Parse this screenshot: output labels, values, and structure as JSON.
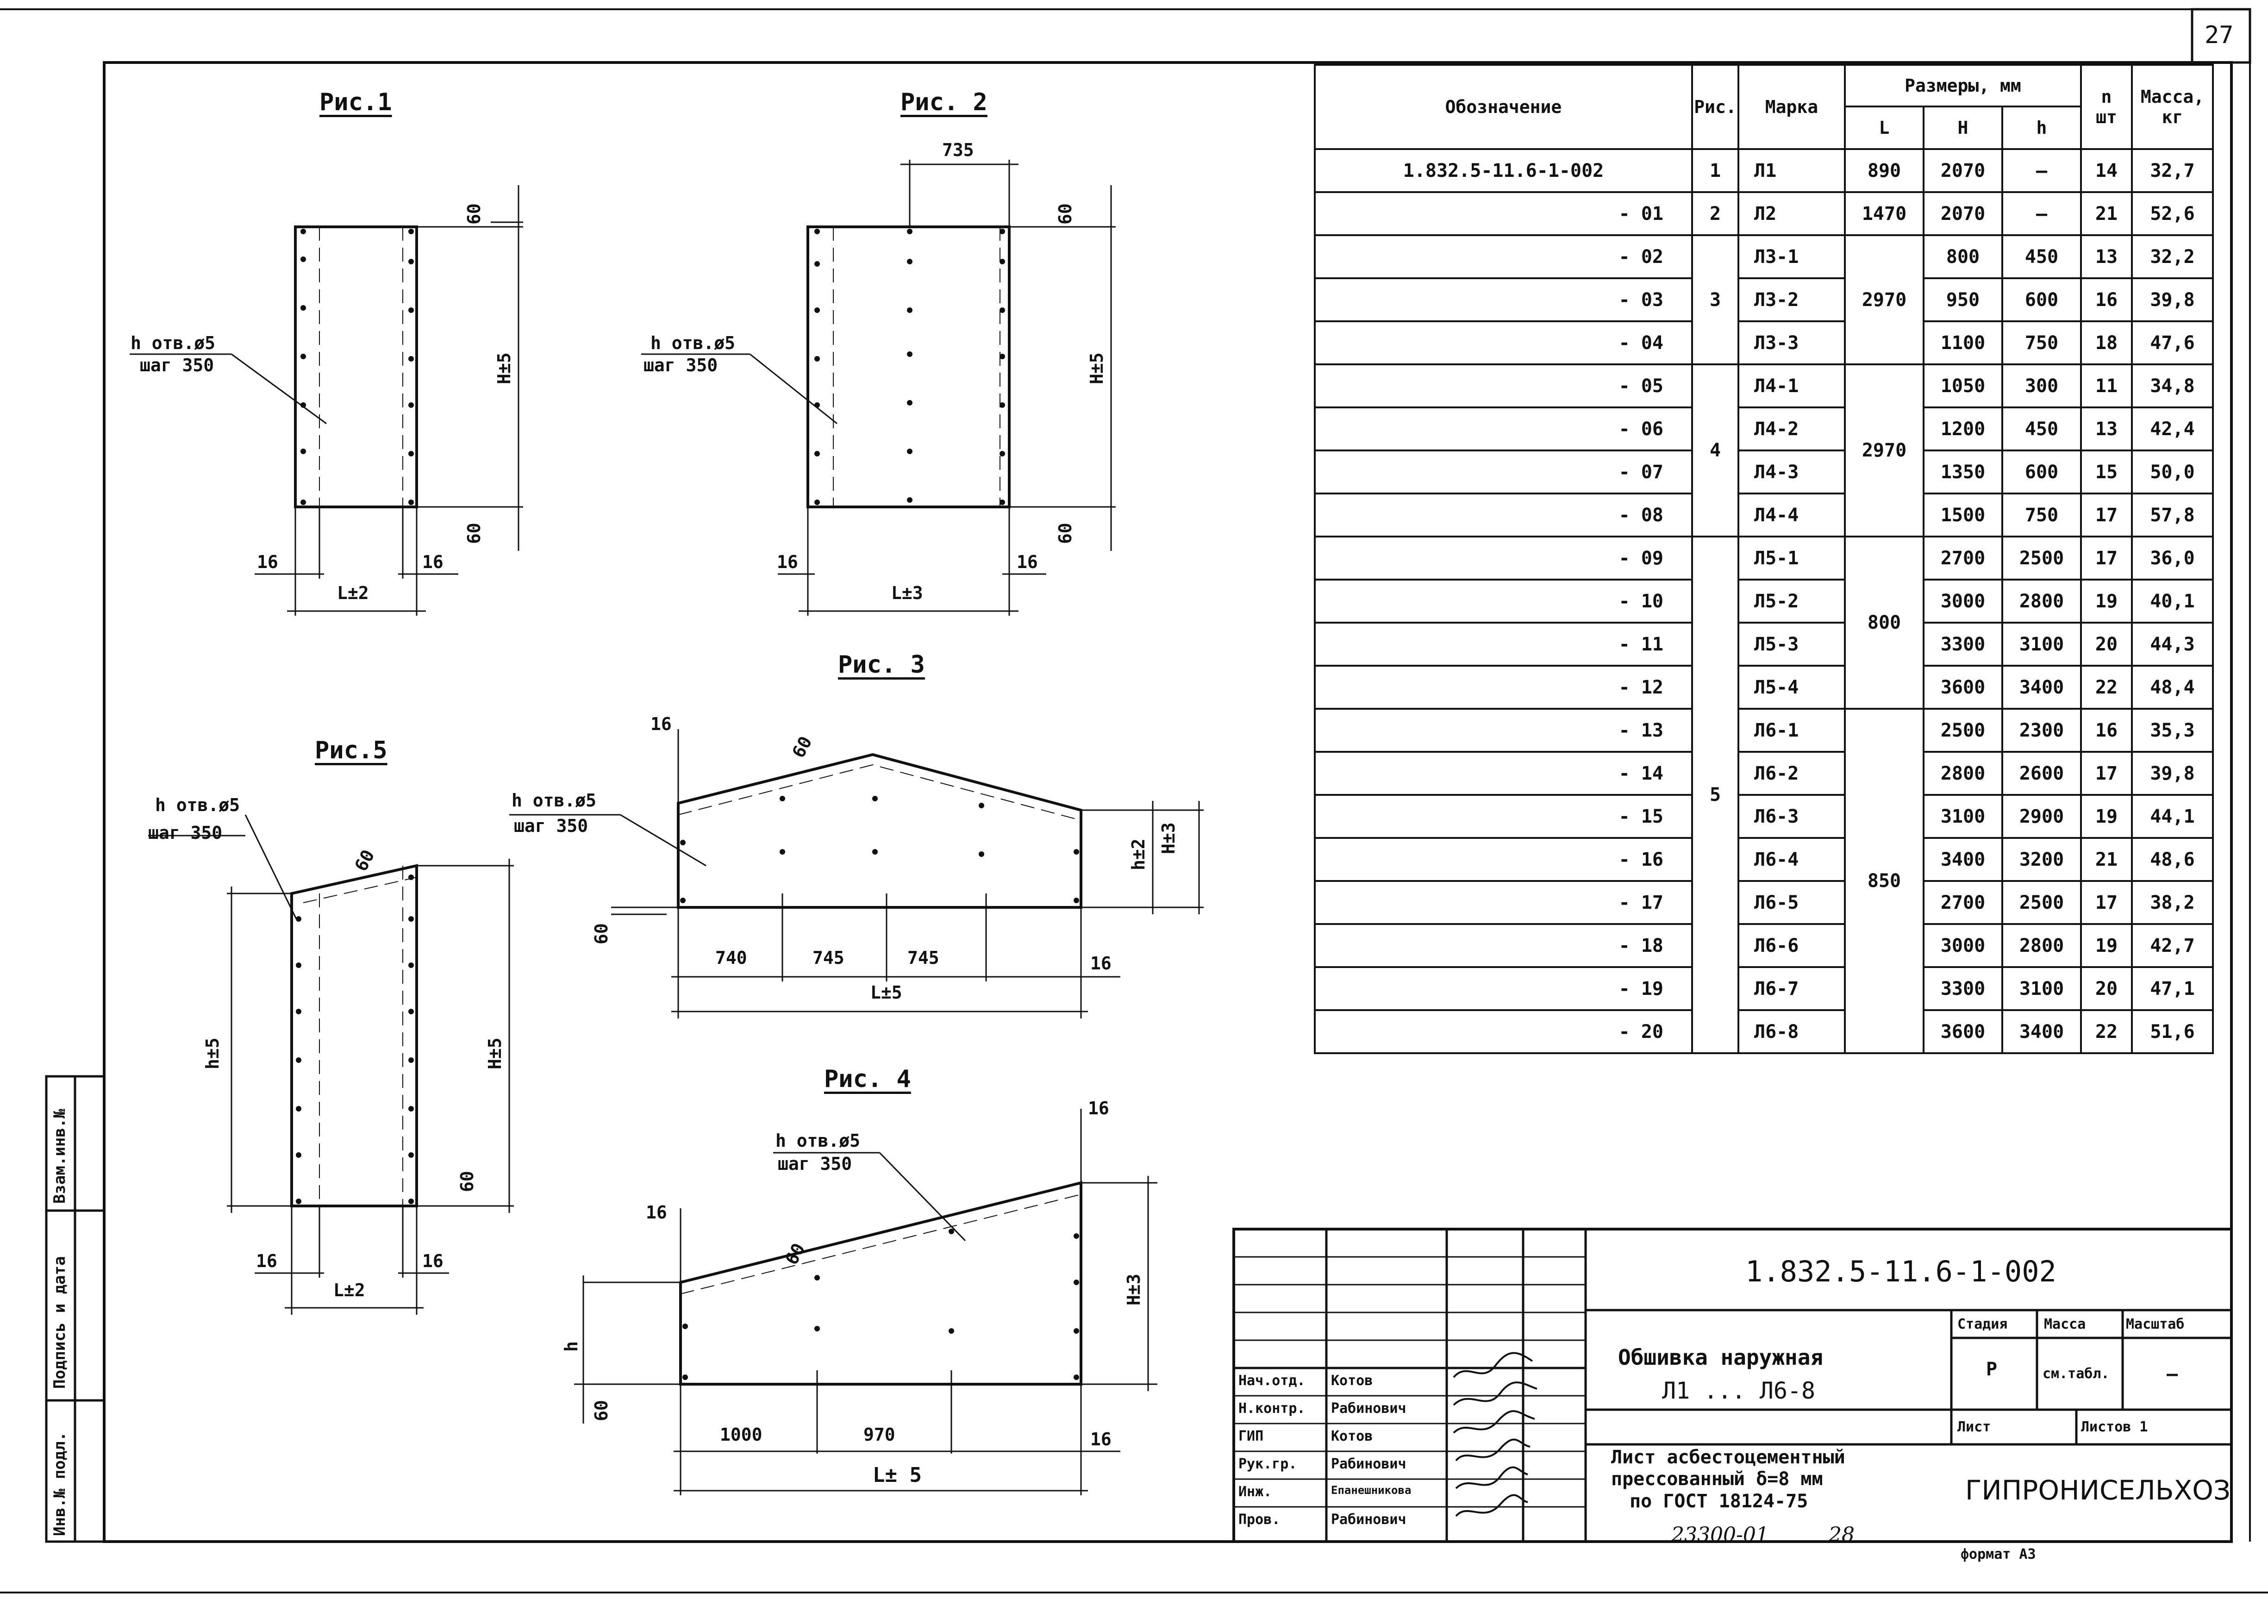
{
  "sheet_number": "27",
  "figures": {
    "fig1": {
      "title": "Рис.1",
      "hole_note_1": "h отв.ø5",
      "hole_note_2": "шаг 350",
      "dim_top": "60",
      "dim_bottom": "60",
      "dim_height": "H±5",
      "dim_edge_left": "16",
      "dim_edge_right": "16",
      "dim_width": "L±2"
    },
    "fig2": {
      "title": "Рис. 2",
      "hole_note_1": "h отв.ø5",
      "hole_note_2": "шаг 350",
      "dim_735": "735",
      "dim_top": "60",
      "dim_bottom": "60",
      "dim_height": "H±5",
      "dim_edge_left": "16",
      "dim_edge_right": "16",
      "dim_width": "L±3"
    },
    "fig3": {
      "title": "Рис. 3",
      "hole_note_1": "h отв.ø5",
      "hole_note_2": "шаг 350",
      "dim_16_top": "16",
      "dim_slope": "60",
      "dim_h": "h±2",
      "dim_H": "H±3",
      "dim_60": "60",
      "dim_740": "740",
      "dim_745a": "745",
      "dim_745b": "745",
      "dim_16_right": "16",
      "dim_width": "L±5"
    },
    "fig4": {
      "title": "Рис. 4",
      "hole_note_1": "h отв.ø5",
      "hole_note_2": "шаг 350",
      "dim_16_topright": "16",
      "dim_16_topleft": "16",
      "dim_slope": "60",
      "dim_H": "H±3",
      "dim_h": "h",
      "dim_60": "60",
      "dim_1000": "1000",
      "dim_970": "970",
      "dim_16_right": "16",
      "dim_width": "L± 5"
    },
    "fig5": {
      "title": "Рис.5",
      "hole_note_1": "h отв.ø5",
      "hole_note_2": "шаг 350",
      "dim_slope": "60",
      "dim_h": "h±5",
      "dim_H": "H±5",
      "dim_60": "60",
      "dim_edge_left": "16",
      "dim_edge_right": "16",
      "dim_width": "L±2"
    }
  },
  "table": {
    "headers": {
      "designation": "Обозначение",
      "fig": "Рис.",
      "mark": "Марка",
      "sizes": "Размеры, мм",
      "L": "L",
      "H": "H",
      "h": "h",
      "n": "n",
      "n_unit": "шт",
      "mass": "Масса,",
      "mass_unit": "кг"
    },
    "rows": [
      {
        "des": "1.832.5-11.6-1-002",
        "fig": "1",
        "mark": "Л1",
        "L": "890",
        "H": "2070",
        "h": "—",
        "n": "14",
        "mass": "32,7"
      },
      {
        "des": "- 01",
        "fig": "2",
        "mark": "Л2",
        "L": "1470",
        "H": "2070",
        "h": "—",
        "n": "21",
        "mass": "52,6"
      },
      {
        "des": "- 02",
        "fig": "",
        "mark": "Л3-1",
        "L": "",
        "H": "800",
        "h": "450",
        "n": "13",
        "mass": "32,2"
      },
      {
        "des": "- 03",
        "fig": "3",
        "mark": "Л3-2",
        "L": "2970",
        "H": "950",
        "h": "600",
        "n": "16",
        "mass": "39,8"
      },
      {
        "des": "- 04",
        "fig": "",
        "mark": "Л3-3",
        "L": "",
        "H": "1100",
        "h": "750",
        "n": "18",
        "mass": "47,6"
      },
      {
        "des": "- 05",
        "fig": "",
        "mark": "Л4-1",
        "L": "",
        "H": "1050",
        "h": "300",
        "n": "11",
        "mass": "34,8"
      },
      {
        "des": "- 06",
        "fig": "4",
        "mark": "Л4-2",
        "L": "2970",
        "H": "1200",
        "h": "450",
        "n": "13",
        "mass": "42,4"
      },
      {
        "des": "- 07",
        "fig": "",
        "mark": "Л4-3",
        "L": "",
        "H": "1350",
        "h": "600",
        "n": "15",
        "mass": "50,0"
      },
      {
        "des": "- 08",
        "fig": "",
        "mark": "Л4-4",
        "L": "",
        "H": "1500",
        "h": "750",
        "n": "17",
        "mass": "57,8"
      },
      {
        "des": "- 09",
        "fig": "",
        "mark": "Л5-1",
        "L": "",
        "H": "2700",
        "h": "2500",
        "n": "17",
        "mass": "36,0"
      },
      {
        "des": "- 10",
        "fig": "",
        "mark": "Л5-2",
        "L": "800",
        "H": "3000",
        "h": "2800",
        "n": "19",
        "mass": "40,1"
      },
      {
        "des": "- 11",
        "fig": "",
        "mark": "Л5-3",
        "L": "",
        "H": "3300",
        "h": "3100",
        "n": "20",
        "mass": "44,3"
      },
      {
        "des": "- 12",
        "fig": "",
        "mark": "Л5-4",
        "L": "",
        "H": "3600",
        "h": "3400",
        "n": "22",
        "mass": "48,4"
      },
      {
        "des": "- 13",
        "fig": "",
        "mark": "Л6-1",
        "L": "",
        "H": "2500",
        "h": "2300",
        "n": "16",
        "mass": "35,3"
      },
      {
        "des": "- 14",
        "fig": "5",
        "mark": "Л6-2",
        "L": "",
        "H": "2800",
        "h": "2600",
        "n": "17",
        "mass": "39,8"
      },
      {
        "des": "- 15",
        "fig": "",
        "mark": "Л6-3",
        "L": "",
        "H": "3100",
        "h": "2900",
        "n": "19",
        "mass": "44,1"
      },
      {
        "des": "- 16",
        "fig": "",
        "mark": "Л6-4",
        "L": "850",
        "H": "3400",
        "h": "3200",
        "n": "21",
        "mass": "48,6"
      },
      {
        "des": "- 17",
        "fig": "",
        "mark": "Л6-5",
        "L": "",
        "H": "2700",
        "h": "2500",
        "n": "17",
        "mass": "38,2"
      },
      {
        "des": "- 18",
        "fig": "",
        "mark": "Л6-6",
        "L": "",
        "H": "3000",
        "h": "2800",
        "n": "19",
        "mass": "42,7"
      },
      {
        "des": "- 19",
        "fig": "",
        "mark": "Л6-7",
        "L": "",
        "H": "3300",
        "h": "3100",
        "n": "20",
        "mass": "47,1"
      },
      {
        "des": "- 20",
        "fig": "",
        "mark": "Л6-8",
        "L": "",
        "H": "3600",
        "h": "3400",
        "n": "22",
        "mass": "51,6"
      }
    ]
  },
  "side_stamp": {
    "inv_podl": "Инв.№ подл.",
    "podpis_data": "Подпись и дата",
    "vzam_inv": "Взам.инв.№"
  },
  "title_block": {
    "code": "1.832.5-11.6-1-002",
    "name_1": "Обшивка наружная",
    "name_2": "Л1 ... Л6-8",
    "material_1": "Лист асбестоцементный",
    "material_2": "прессованный δ=8 мм",
    "material_3": "по ГОСТ 18124-75",
    "stage_label": "Стадия",
    "mass_label": "Масса",
    "scale_label": "Масштаб",
    "stage_value": "Р",
    "mass_value": "см.табл.",
    "scale_value": "—",
    "sheet_label": "Лист",
    "sheets_label": "Листов 1",
    "org": "ГИПРОНИСЕЛЬХОЗ",
    "format": "формат А3",
    "archive": "23300-01",
    "archive_sheet": "28",
    "roles": [
      "Нач.отд.",
      "Н.контр.",
      "ГИП",
      "Рук.гр.",
      "Инж.",
      "Пров."
    ],
    "names": [
      "Котов",
      "Рабинович",
      "Котов",
      "Рабинович",
      "Епанешникова",
      "Рабинович"
    ]
  }
}
